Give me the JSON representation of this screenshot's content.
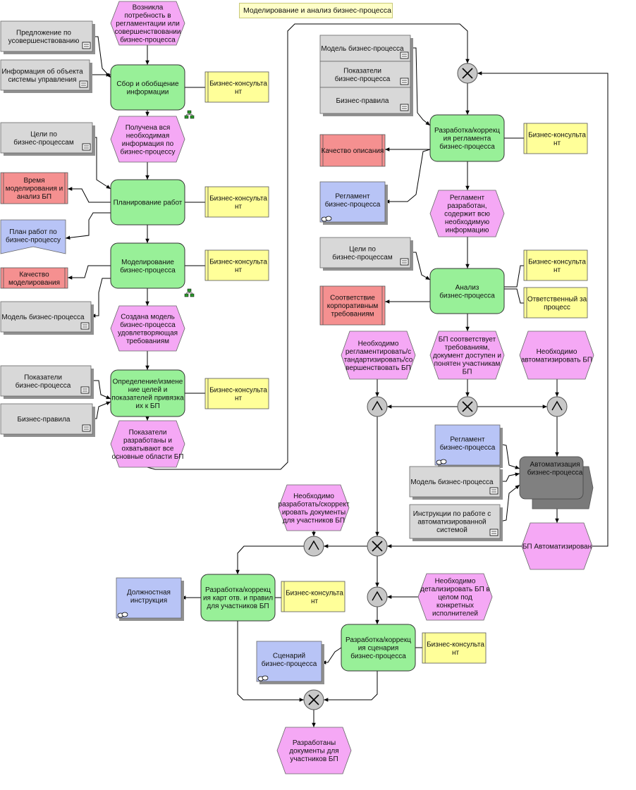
{
  "title": "Моделирование и анализ бизнес-процесса",
  "colors": {
    "function": "#98f098",
    "event": "#f5a8f5",
    "org_unit": "#ffff99",
    "info_gray": "#d8d8d8",
    "risk_red": "#f59090",
    "document_blue": "#b8c4f6",
    "connector": "#c8c8c8",
    "system_dark": "#808080"
  },
  "nodes": {
    "e_start": [
      "Возникла",
      "потребность в",
      "регламентации или",
      "совершенствовании",
      "бизнес-процесса"
    ],
    "i_proposal": [
      "Предложение по",
      "усовершенствованию"
    ],
    "i_objects": [
      "Информация об объекта",
      "системы управления"
    ],
    "f_collect": [
      "Сбор и обобщение",
      "информации"
    ],
    "o_c1": [
      "Бизнес-консульта",
      "нт"
    ],
    "i_goals1": [
      "Цели по",
      "бизнес-процессам"
    ],
    "e_gathered": [
      "Получена вся",
      "необходимая",
      "информация по",
      "бизнес-процессу"
    ],
    "r_time": [
      "Время",
      "моделирования и",
      "анализ БП"
    ],
    "f_plan": [
      "Планирование работ"
    ],
    "o_c2": [
      "Бизнес-консульта",
      "нт"
    ],
    "d_workplan": [
      "План работ по",
      "бизнес-процессу"
    ],
    "f_model": [
      "Моделирование",
      "бизнес-процесса"
    ],
    "o_c3": [
      "Бизнес-консульта",
      "нт"
    ],
    "r_quality": [
      "Качество",
      "моделирования"
    ],
    "i_model": [
      "Модель бизнес-процесса"
    ],
    "e_model_done": [
      "Создана модель",
      "бизнес-процесса",
      "удовлетворяющая",
      "требованиям"
    ],
    "i_indicators1": [
      "Показатели",
      "бизнес-процесса"
    ],
    "i_rules1": [
      "Бизнес-правила"
    ],
    "f_goals": [
      "Определение/измене",
      "ние целей и",
      "показателей привязка",
      "их к БП"
    ],
    "o_c4": [
      "Бизнес-консульта",
      "нт"
    ],
    "e_indicators": [
      "Показатели",
      "разработаны и",
      "охватывают все",
      "основные области БП"
    ],
    "i_model2": [
      "Модель бизнес-процесса"
    ],
    "i_indicators2": [
      "Показатели",
      "бизнес-процесса"
    ],
    "i_rules2": [
      "Бизнес-правила"
    ],
    "f_regl": [
      "Разработка/коррекц",
      "ия регламента",
      "бизнес-процесса"
    ],
    "o_c5": [
      "Бизнес-консульта",
      "нт"
    ],
    "r_descr": [
      "Качество описания"
    ],
    "d_regl1": [
      "Регламент",
      "бизнес-процесса"
    ],
    "e_regl_done": [
      "Регламент",
      "разработан,",
      "содержит всю",
      "необходимую",
      "информацию"
    ],
    "i_goals2": [
      "Цели по",
      "бизнес-процессам"
    ],
    "f_analysis": [
      "Анализ",
      "бизнес-процесса"
    ],
    "o_c6": [
      "Бизнес-консульта",
      "нт"
    ],
    "o_owner": [
      "Ответственный за",
      "процесс"
    ],
    "r_corp": [
      "Соответствие",
      "корпоративным",
      "требованиям"
    ],
    "e_need_std": [
      "Необходимо",
      "регламентировать/с",
      "тандартизировать/со",
      "вершенствовать БП"
    ],
    "e_bp_ok": [
      "БП соответствует",
      "требованиям,",
      "документ доступен и",
      "понятен участникам",
      "БП"
    ],
    "e_need_auto": [
      "Необходимо",
      "автоматизировать БП"
    ],
    "d_regl2": [
      "Регламент",
      "бизнес-процесса"
    ],
    "i_model3": [
      "Модель бизнес-процесса"
    ],
    "i_instr": [
      "Инструкции по работе с",
      "автоматизированной",
      "системой"
    ],
    "s_auto": [
      "Автоматизация",
      "бизнес-процесса"
    ],
    "e_automated": [
      "БП Автоматизирован"
    ],
    "e_need_docs": [
      "Необходимо",
      "разработать/скоррект",
      "ировать документы",
      "для участников БП"
    ],
    "f_cards": [
      "Разработка/коррекц",
      "ия карт отв. и правил",
      "для участников БП"
    ],
    "o_c7": [
      "Бизнес-консульта",
      "нт"
    ],
    "d_jobdesc": [
      "Должностная",
      "инструкция"
    ],
    "e_need_detail": [
      "Необходимо",
      "детализировать БП в",
      "целом под",
      "конкретных",
      "исполнителей"
    ],
    "f_scenario": [
      "Разработка/коррекц",
      "ия сценария",
      "бизнес-процесса"
    ],
    "o_c8": [
      "Бизнес-консульта",
      "нт"
    ],
    "d_scenario": [
      "Сценарий",
      "бизнес-процесса"
    ],
    "e_docs_done": [
      "Разработаны",
      "документы для",
      "участников БП"
    ]
  },
  "operators": {
    "x_top": "xor",
    "x_mid": "xor",
    "and_left": "and",
    "and_right": "and",
    "x_low": "xor",
    "and_docs": "and",
    "and_detail": "and",
    "x_end": "xor"
  }
}
